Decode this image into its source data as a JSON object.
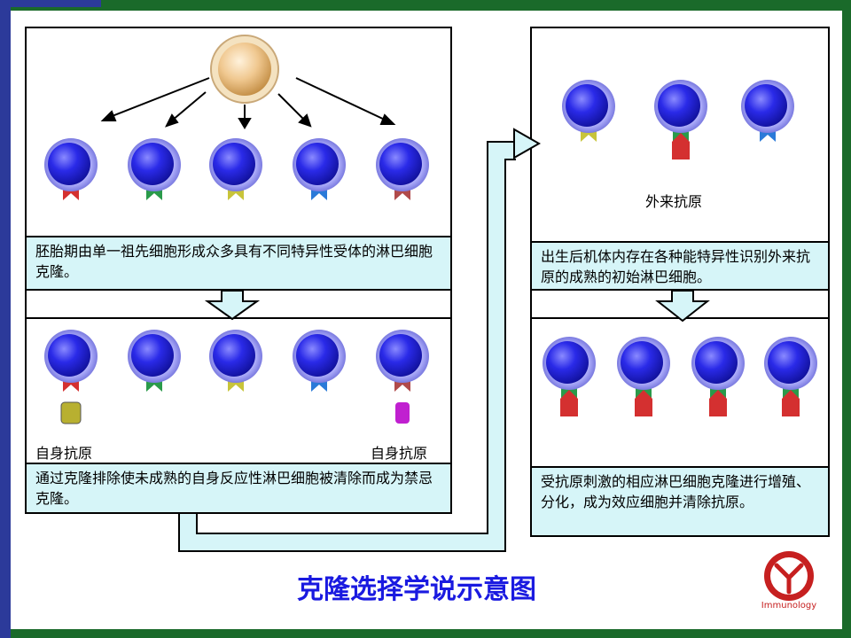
{
  "captions": {
    "top_left": "胚胎期由单一祖先细胞形成众多具有不同特异性受体的淋巴细胞克隆。",
    "bottom_left": "通过克隆排除使未成熟的自身反应性淋巴细胞被清除而成为禁忌克隆。",
    "top_right": "出生后机体内存在各种能特异性识别外来抗原的成熟的初始淋巴细胞。",
    "bottom_right": "受抗原刺激的相应淋巴细胞克隆进行增殖、分化，成为效应细胞并清除抗原。"
  },
  "labels": {
    "self_antigen_left": "自身抗原",
    "self_antigen_right": "自身抗原",
    "foreign_antigen": "外来抗原"
  },
  "title": "克隆选择学说示意图",
  "logo": {
    "text": "Immunology",
    "icon": "antibody-y-logo-icon",
    "color": "#c62020"
  },
  "colors": {
    "receptor_red": "#d43030",
    "receptor_green": "#2a9a4a",
    "receptor_yellow": "#c8c43a",
    "receptor_blue": "#2a7ad8",
    "receptor_maroon": "#b04a4a",
    "caption_bg": "#d6f5f8",
    "title": "#1a1ae0"
  }
}
